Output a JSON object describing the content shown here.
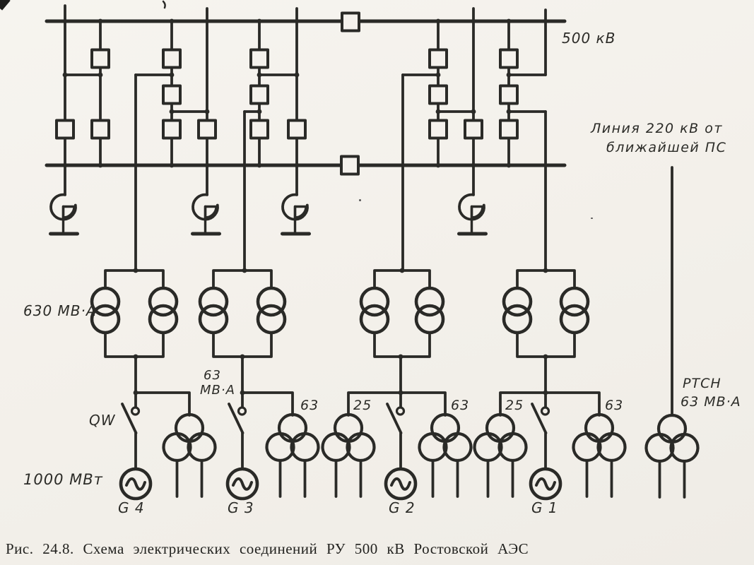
{
  "figure": {
    "caption": "Рис. 24.8. Схема электрических соединений РУ 500 кВ Ростовской АЭС"
  },
  "busbars": {
    "voltage_label": "500 кВ"
  },
  "line_220kv": {
    "label_line1": "Линия 220 кВ от",
    "label_line2": "ближайшей ПС"
  },
  "transformers": {
    "main_pair_rating": "630 МВ·А",
    "unit_aux_rating": {
      "line1": "63",
      "line2": "МВ·А"
    },
    "aux_ratings": [
      "63",
      "25",
      "63",
      "25",
      "63"
    ],
    "rtsn": {
      "name": "РТСН",
      "rating": "63 МВ·А"
    }
  },
  "generators": {
    "power_label": "1000 МВт",
    "switch_label": "QW",
    "items": [
      {
        "label": "G 4"
      },
      {
        "label": "G 3"
      },
      {
        "label": "G 2"
      },
      {
        "label": "G 1"
      }
    ]
  }
}
